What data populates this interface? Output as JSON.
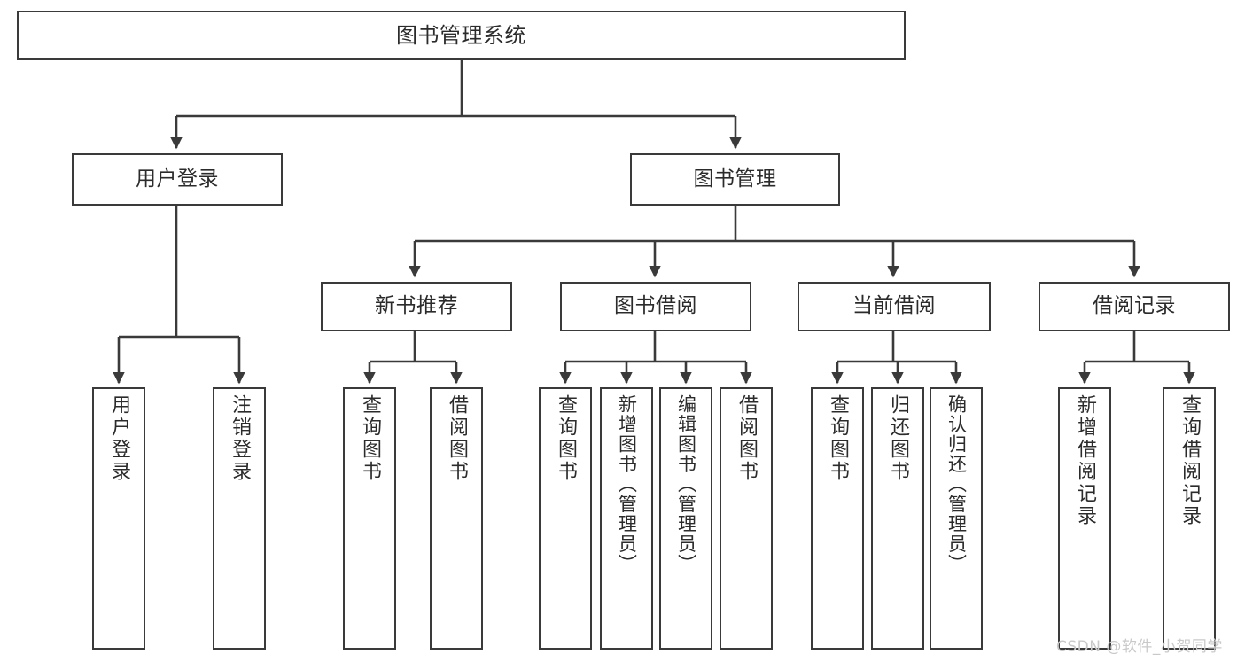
{
  "diagram": {
    "title": "图书管理系统",
    "type": "hierarchy-tree",
    "root": {
      "label": "图书管理系统"
    },
    "level2": [
      {
        "label": "用户登录"
      },
      {
        "label": "图书管理"
      }
    ],
    "level3": [
      {
        "label": "新书推荐"
      },
      {
        "label": "图书借阅"
      },
      {
        "label": "当前借阅"
      },
      {
        "label": "借阅记录"
      }
    ],
    "leaves": {
      "user_login": [
        {
          "label": "用户登录"
        },
        {
          "label": "注销登录"
        }
      ],
      "new_book_recommend": [
        {
          "label": "查询图书"
        },
        {
          "label": "借阅图书"
        }
      ],
      "book_borrow": [
        {
          "label": "查询图书"
        },
        {
          "label": "新增图书（管理员）"
        },
        {
          "label": "编辑图书（管理员）"
        },
        {
          "label": "借阅图书"
        }
      ],
      "current_borrow": [
        {
          "label": "查询图书"
        },
        {
          "label": "归还图书"
        },
        {
          "label": "确认归还（管理员）"
        }
      ],
      "borrow_record": [
        {
          "label": "新增借阅记录"
        },
        {
          "label": "查询借阅记录"
        }
      ]
    }
  },
  "watermark": {
    "text": "CSDN @软件_小贺同学"
  },
  "colors": {
    "border": "#3a3a3a",
    "text": "#2b2b2b",
    "background": "#ffffff",
    "watermark": "#c9c9c9"
  }
}
